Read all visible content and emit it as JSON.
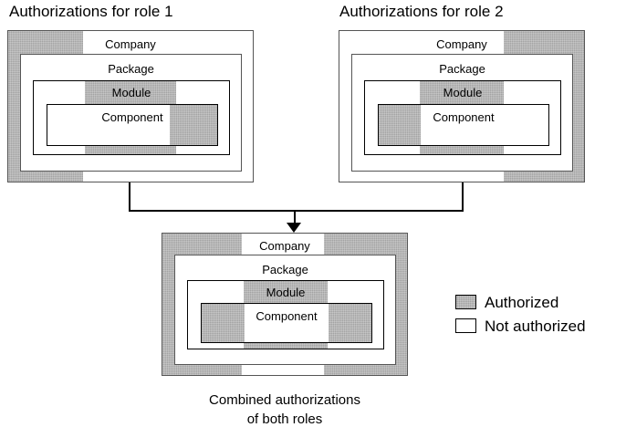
{
  "figure": {
    "kind": "nested-authorization-diagram",
    "colors": {
      "authorized_fill": "#a3a3a3",
      "not_authorized_fill": "#ffffff",
      "border": "#000000",
      "outer_border": "#555555",
      "background": "#ffffff"
    },
    "level_names": [
      "Company",
      "Package",
      "Module",
      "Component"
    ]
  },
  "role1": {
    "title": "Authorizations for role 1",
    "levels": {
      "company": "Company",
      "package": "Package",
      "module": "Module",
      "component": "Component"
    },
    "authorized_bands": {
      "company": "left",
      "package": "none",
      "module": "center",
      "component": "right"
    }
  },
  "role2": {
    "title": "Authorizations for role 2",
    "levels": {
      "company": "Company",
      "package": "Package",
      "module": "Module",
      "component": "Component"
    },
    "authorized_bands": {
      "company": "right",
      "package": "none",
      "module": "center",
      "component": "left"
    }
  },
  "combined": {
    "caption_line1": "Combined authorizations",
    "caption_line2": "of both roles",
    "levels": {
      "company": "Company",
      "package": "Package",
      "module": "Module",
      "component": "Component"
    },
    "authorized_bands": {
      "company": "left+right",
      "package": "none",
      "module": "center",
      "component": "left+right"
    }
  },
  "legend": {
    "items": [
      {
        "label": "Authorized",
        "swatch": "authorized"
      },
      {
        "label": "Not authorized",
        "swatch": "not-authorized"
      }
    ]
  }
}
